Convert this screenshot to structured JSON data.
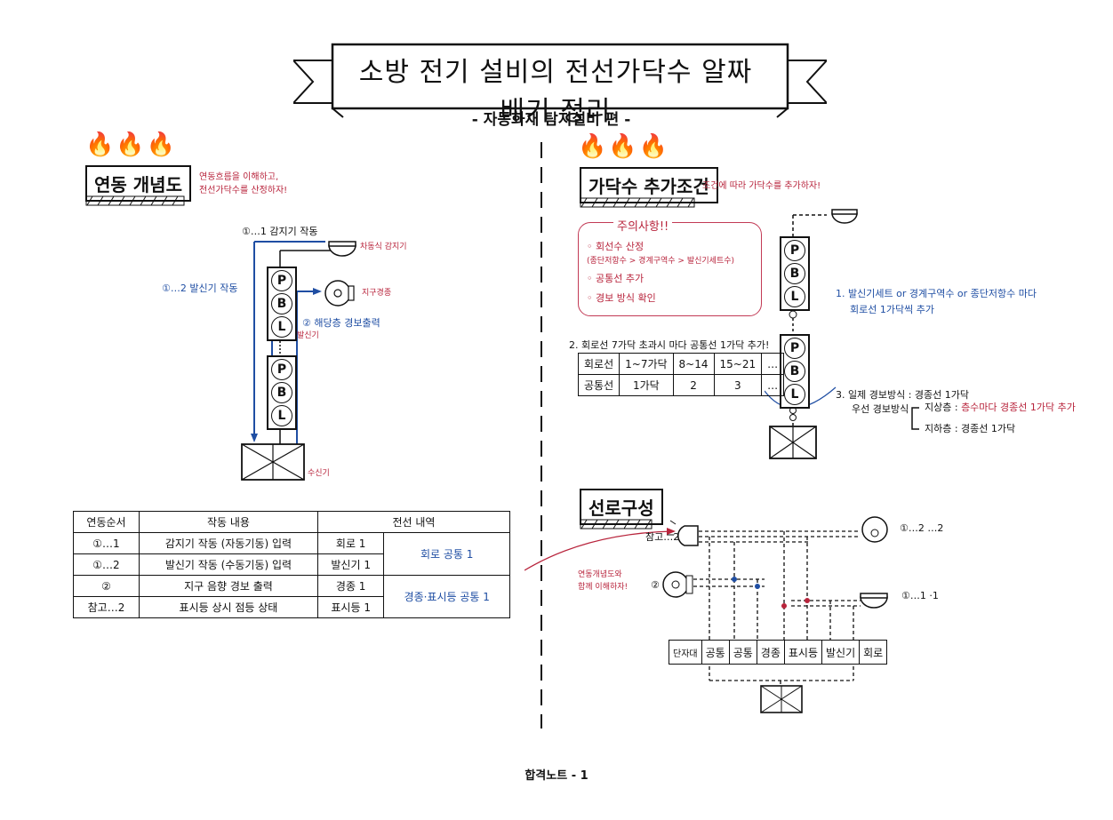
{
  "title": "소방 전기 설비의 전선가닥수 알짜배기 정리",
  "subtitle": "- 자동화재 탐지설비 편 -",
  "icons": {
    "flame": "fire-icon",
    "color": "#e53ad6"
  },
  "left": {
    "section_title": "연동 개념도",
    "section_note": [
      "연동흐름을 이해하고,",
      "전선가닥수를 산정하자!"
    ],
    "diagram": {
      "label_detector_op": "①…1 감지기 작동",
      "label_detector": "차동식 감지기",
      "label_transmitter_op": "①…2 발신기 작동",
      "label_bell": "지구경종",
      "label_alarm": "② 해당층 경보출력",
      "label_transmitter": "발신기",
      "label_receiver": "수신기",
      "pbl": [
        "P",
        "B",
        "L"
      ]
    },
    "table": {
      "headers": [
        "연동순서",
        "작동 내용",
        "전선 내역"
      ],
      "rows": [
        {
          "order": "①…1",
          "content": "감지기 작동 (자동기동) 입력",
          "wire": "회로 1"
        },
        {
          "order": "①…2",
          "content": "발신기 작동 (수동기동) 입력",
          "wire": "발신기 1"
        },
        {
          "order": "②",
          "content": "지구 음향 경보 출력",
          "wire": "경종 1"
        },
        {
          "order": "참고…2",
          "content": "표시등 상시 점등 상태",
          "wire": "표시등 1"
        }
      ],
      "common_1": "회로 공통 1",
      "common_2": "경종·표시등 공통 1"
    }
  },
  "right": {
    "section_title": "가닥수 추가조건",
    "section_note": "조건에 따라 가닥수를 추가하자!",
    "caution": {
      "title": "주의사항!!",
      "items": [
        "◦ 회선수 산정",
        "(종단저항수 > 경계구역수 > 발신기세트수)",
        "◦ 공통선 추가",
        "◦ 경보 방식 확인"
      ]
    },
    "cond1": [
      "1. 발신기세트 or 경계구역수 or 종단저항수 마다",
      "회로선 1가닥씩 추가"
    ],
    "cond2_title": "2. 회로선 7가닥 초과시 마다 공통선 1가닥 추가!",
    "cond2_table": {
      "row1": [
        "회로선",
        "1~7가닥",
        "8~14",
        "15~21",
        "…"
      ],
      "row2": [
        "공통선",
        "1가닥",
        "2",
        "3",
        "…"
      ]
    },
    "cond3": {
      "line1": "3. 일제 경보방식 : 경종선 1가닥",
      "line2_label": "우선 경보방식",
      "above_label": "지상층 :",
      "above_red": "층수마다 경종선 1가닥 추가",
      "below": "지하층 : 경종선 1가닥"
    },
    "wiring": {
      "section_title": "선로구성",
      "ref_label": "참고…2",
      "alarm_label": "②",
      "top_right_label": "①…2  …2",
      "mid_right_label": "①…1  ·1",
      "note": [
        "연동개념도와",
        "함께 이해하자!"
      ],
      "terminals": [
        "단자대",
        "공통",
        "공통",
        "경종",
        "표시등",
        "발신기",
        "회로"
      ]
    }
  },
  "footer": "합격노트 - 1"
}
